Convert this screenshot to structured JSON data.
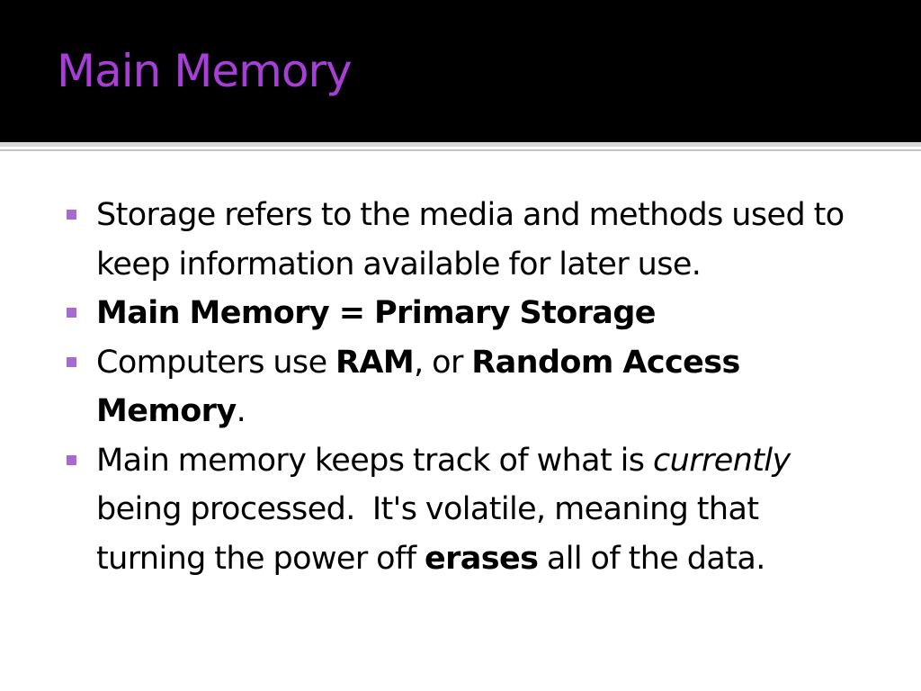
{
  "colors": {
    "title_color": "#a83ed8",
    "bullet_color": "#a86ad1",
    "title_band": "#000000",
    "body_text": "#000000"
  },
  "slide": {
    "title": "Main Memory",
    "bullets": [
      {
        "segments": [
          "Storage refers to the media and methods used to keep information available for later use."
        ]
      },
      {
        "segments": [
          "Main Memory = Primary Storage"
        ]
      },
      {
        "segments": [
          "Computers use ",
          "RAM",
          ", or ",
          "Random Access Memory",
          "."
        ]
      },
      {
        "segments": [
          "Main memory keeps track of what is ",
          "currently",
          " being processed.  It's volatile, meaning that turning the power off ",
          "erases",
          " all of the data."
        ]
      }
    ]
  }
}
